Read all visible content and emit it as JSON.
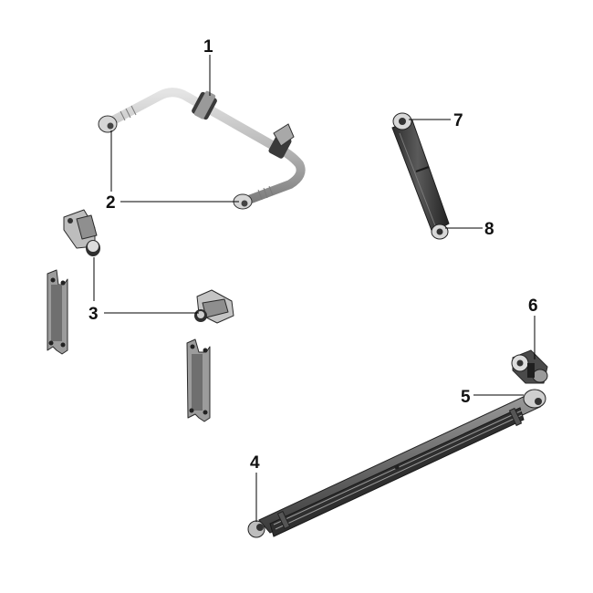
{
  "callouts": [
    {
      "id": "1",
      "label": "1"
    },
    {
      "id": "2",
      "label": "2"
    },
    {
      "id": "3",
      "label": "3"
    },
    {
      "id": "4",
      "label": "4"
    },
    {
      "id": "5",
      "label": "5"
    },
    {
      "id": "6",
      "label": "6"
    },
    {
      "id": "7",
      "label": "7"
    },
    {
      "id": "8",
      "label": "8"
    }
  ],
  "colors": {
    "background": "#ffffff",
    "part_light": "#c9c9c9",
    "part_mid": "#8c8c8c",
    "part_dark": "#3c3c3c",
    "label": "#111111"
  }
}
